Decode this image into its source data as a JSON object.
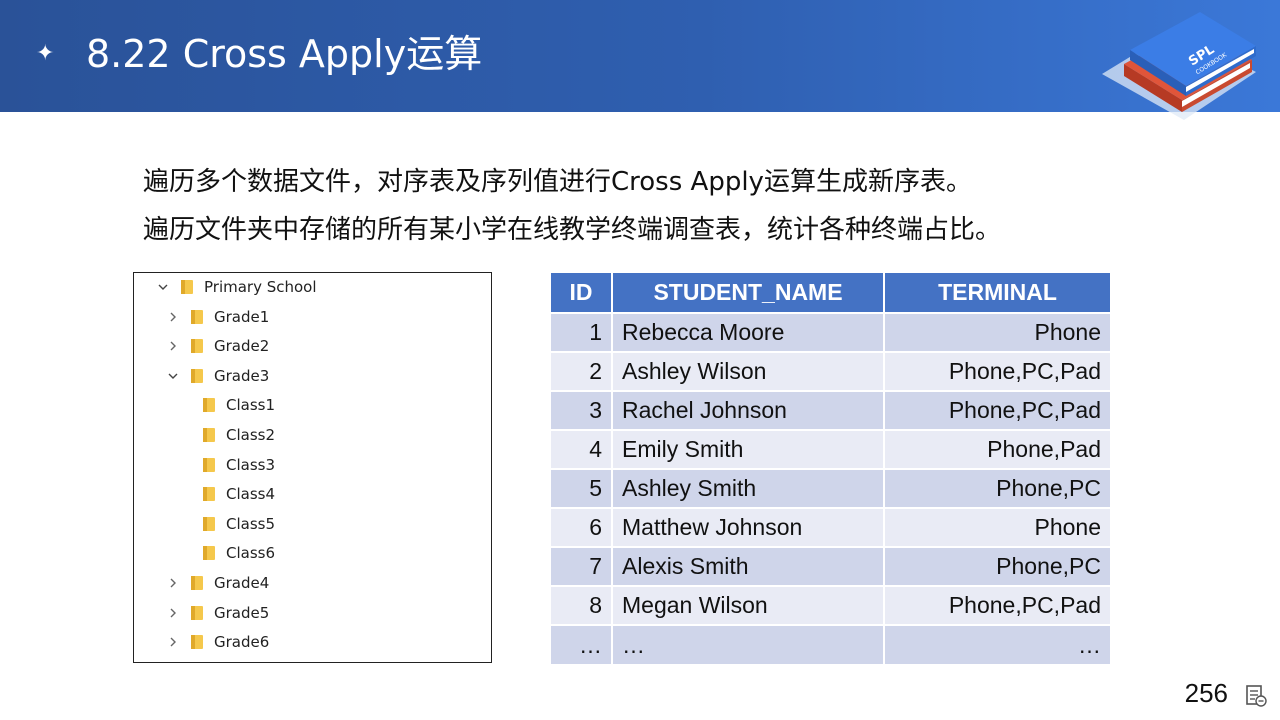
{
  "header": {
    "star_glyph": "✦",
    "title": "8.22 Cross Apply运算",
    "logo": {
      "text": "SPL",
      "subtext": "COOKBOOK"
    }
  },
  "intro": {
    "line1": "遍历多个数据文件，对序表及序列值进行Cross Apply运算生成新序表。",
    "line2": "遍历文件夹中存储的所有某小学在线教学终端调查表，统计各种终端占比。"
  },
  "tree": {
    "root": "Primary School",
    "items": [
      {
        "label": "Grade1",
        "expanded": false
      },
      {
        "label": "Grade2",
        "expanded": false
      },
      {
        "label": "Grade3",
        "expanded": true,
        "children": [
          "Class1",
          "Class2",
          "Class3",
          "Class4",
          "Class5",
          "Class6"
        ]
      },
      {
        "label": "Grade4",
        "expanded": false
      },
      {
        "label": "Grade5",
        "expanded": false
      },
      {
        "label": "Grade6",
        "expanded": false
      }
    ]
  },
  "table": {
    "columns": [
      "ID",
      "STUDENT_NAME",
      "TERMINAL"
    ],
    "rows": [
      [
        "1",
        "Rebecca Moore",
        "Phone"
      ],
      [
        "2",
        "Ashley Wilson",
        "Phone,PC,Pad"
      ],
      [
        "3",
        "Rachel Johnson",
        "Phone,PC,Pad"
      ],
      [
        "4",
        "Emily Smith",
        "Phone,Pad"
      ],
      [
        "5",
        "Ashley Smith",
        "Phone,PC"
      ],
      [
        "6",
        "Matthew Johnson",
        "Phone"
      ],
      [
        "7",
        "Alexis Smith",
        "Phone,PC"
      ],
      [
        "8",
        "Megan Wilson",
        "Phone,PC,Pad"
      ],
      [
        "…",
        "…",
        "…"
      ]
    ]
  },
  "footer": {
    "page_number": "256"
  },
  "colors": {
    "banner": "#2f5fb0",
    "table_header": "#4472c4",
    "row_odd": "#cfd5ea",
    "row_even": "#e9ebf5",
    "folder": "#f5c84c"
  }
}
